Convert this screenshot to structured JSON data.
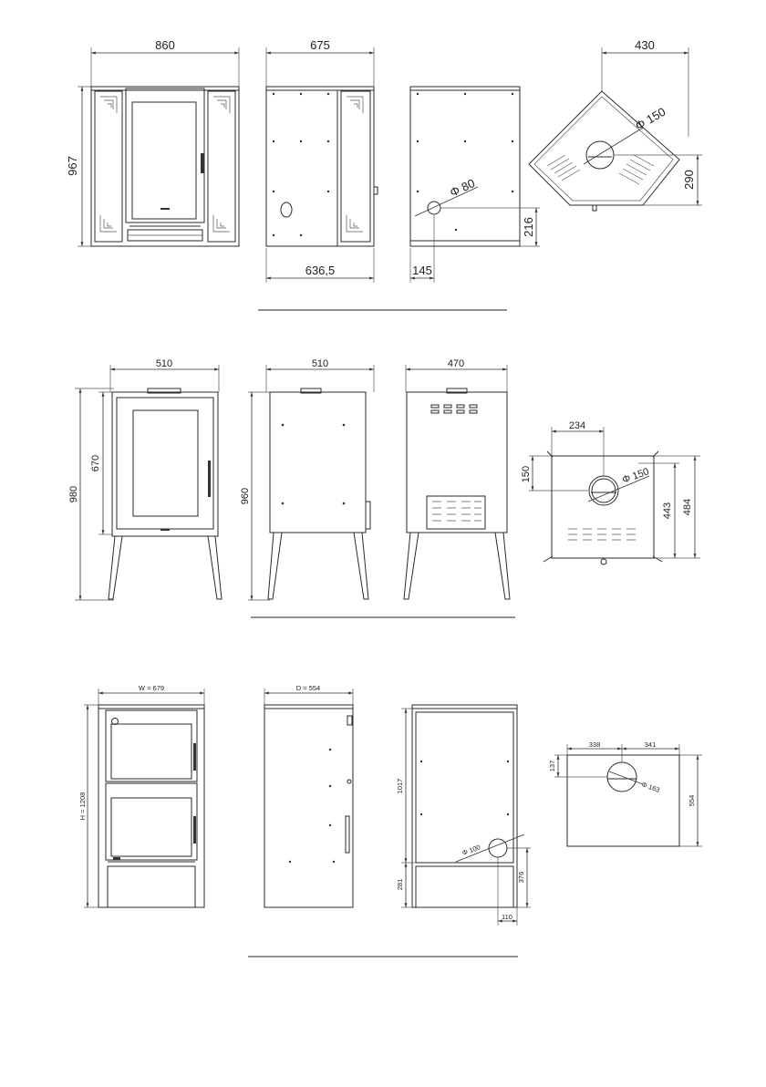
{
  "stove_1": {
    "front": {
      "width": "860",
      "height": "967"
    },
    "side": {
      "depth": "675",
      "bottom_depth": "636,5"
    },
    "back": {
      "flue_diameter": "Φ 80",
      "flue_height": "216",
      "flue_offset": "145"
    },
    "top": {
      "depth": "430",
      "flue_diameter": "Φ 150",
      "flue_position": "290"
    }
  },
  "stove_2": {
    "front": {
      "width": "510",
      "height": "980",
      "inner_height": "670"
    },
    "side": {
      "depth": "510",
      "height": "960"
    },
    "back": {
      "width": "470"
    },
    "top": {
      "flue_x": "234",
      "flue_y": "150",
      "flue_diameter": "Φ 150",
      "depth_inner": "443",
      "depth_total": "484"
    }
  },
  "stove_3": {
    "front": {
      "width": "W = 679",
      "height": "H = 1208"
    },
    "side": {
      "depth": "D = 554"
    },
    "back": {
      "flue_height": "1017",
      "base_height": "281",
      "flue_diameter": "Φ 100",
      "flue_center_height": "376",
      "flue_offset": "110"
    },
    "top": {
      "left": "338",
      "right": "341",
      "flue_y": "137",
      "flue_diameter": "Φ 163",
      "depth": "554"
    }
  }
}
